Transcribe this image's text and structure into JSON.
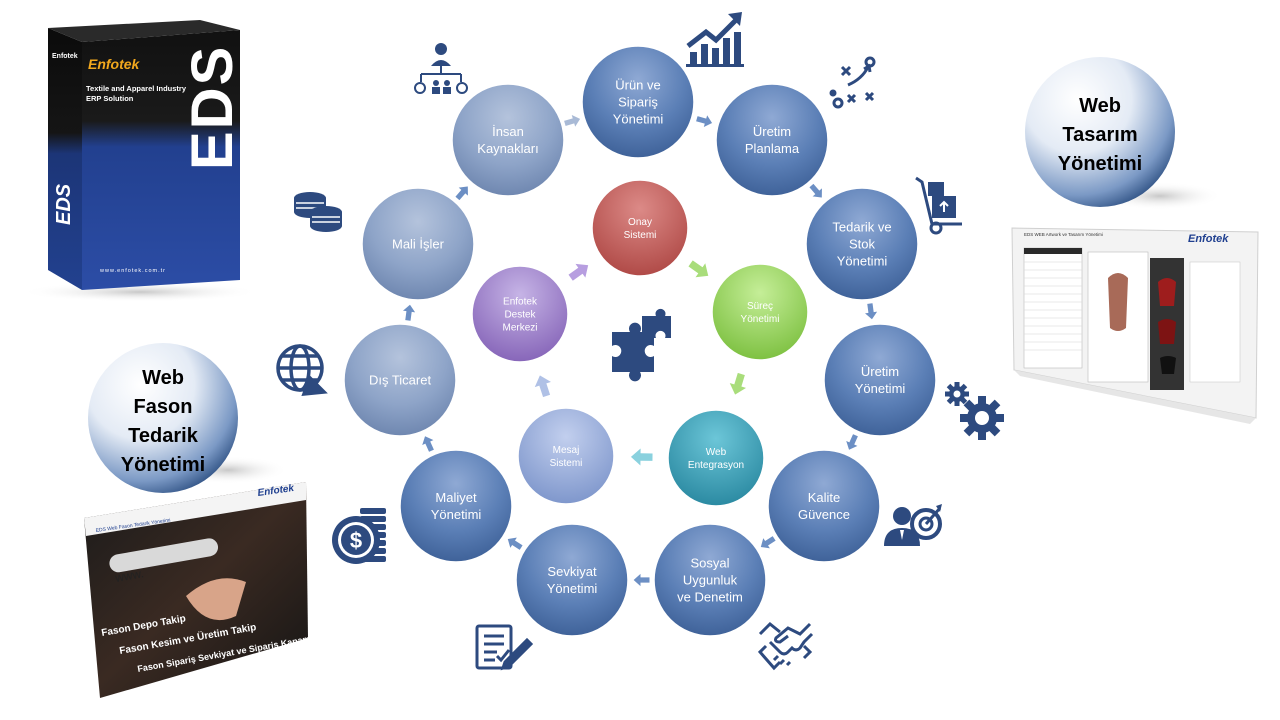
{
  "product_box": {
    "brand": "Enfotek",
    "tagline_line1": "Textile and Apparel Industry",
    "tagline_line2": "ERP Solution",
    "eds_logo": "EDS",
    "website": "www.enfotek.com.tr"
  },
  "outer_modules": [
    {
      "id": "urun-siparis",
      "lines": [
        "Ürün ve",
        "Sipariş",
        "Yönetimi"
      ]
    },
    {
      "id": "uretim-planlama",
      "lines": [
        "Üretim",
        "Planlama"
      ]
    },
    {
      "id": "tedarik-stok",
      "lines": [
        "Tedarik ve",
        "Stok",
        "Yönetimi"
      ]
    },
    {
      "id": "uretim-yonetimi",
      "lines": [
        "Üretim",
        "Yönetimi"
      ]
    },
    {
      "id": "kalite-guvence",
      "lines": [
        "Kalite",
        "Güvence"
      ]
    },
    {
      "id": "sosyal-uygunluk",
      "lines": [
        "Sosyal",
        "Uygunluk",
        "ve Denetim"
      ]
    },
    {
      "id": "sevkiyat",
      "lines": [
        "Sevkiyat",
        "Yönetimi"
      ]
    },
    {
      "id": "maliyet",
      "lines": [
        "Maliyet",
        "Yönetimi"
      ]
    },
    {
      "id": "dis-ticaret",
      "lines": [
        "Dış Ticaret"
      ]
    },
    {
      "id": "mali-isler",
      "lines": [
        "Mali İşler"
      ]
    },
    {
      "id": "insan-kaynaklari",
      "lines": [
        "İnsan",
        "Kaynakları"
      ]
    }
  ],
  "inner_modules": [
    {
      "id": "onay",
      "lines": [
        "Onay",
        "Sistemi"
      ],
      "color": "#c0504d"
    },
    {
      "id": "surec",
      "lines": [
        "Süreç",
        "Yönetimi"
      ],
      "color": "#8fd24e"
    },
    {
      "id": "web-entegrasyon",
      "lines": [
        "Web",
        "Entegrasyon"
      ],
      "color": "#2e9ab0"
    },
    {
      "id": "mesaj",
      "lines": [
        "Mesaj",
        "Sistemi"
      ],
      "color": "#8fa6d6"
    },
    {
      "id": "destek",
      "lines": [
        "Enfotek",
        "Destek",
        "Merkezi"
      ],
      "color": "#8f6fc0"
    }
  ],
  "side_bubbles": {
    "web_tasarim": [
      "Web",
      "Tasarım",
      "Yönetimi"
    ],
    "web_fason": [
      "Web",
      "Fason",
      "Tedarik",
      "Yönetimi"
    ]
  },
  "screenshot_right": {
    "logo": "Enfotek",
    "header": "EDS WEB Artwork ve Tasarım Yönetimi"
  },
  "screenshot_left": {
    "logo": "Enfotek",
    "header": "EDS Web Fason Tedarik Yönetimi",
    "url": "www.",
    "lines": [
      "Fason Depo Takip",
      "Fason Kesim ve Üretim Takip",
      "Fason Sipariş Sevkiyat ve Sipariş Kapama"
    ]
  },
  "icons": [
    "org-chart-icon",
    "growth-chart-icon",
    "strategy-icon",
    "hand-truck-icon",
    "gears-icon",
    "target-person-icon",
    "handshake-icon",
    "checklist-icon",
    "dollar-coins-icon",
    "globe-arrow-icon",
    "coins-stack-icon",
    "puzzle-icon"
  ],
  "colors": {
    "outer_circle": "#5b7fb6",
    "outer_circle_light": "#8fa6c9",
    "box_blue": "#1f3f8f",
    "icon_navy": "#2d4a7f",
    "bubble_dark": "#25497a"
  }
}
